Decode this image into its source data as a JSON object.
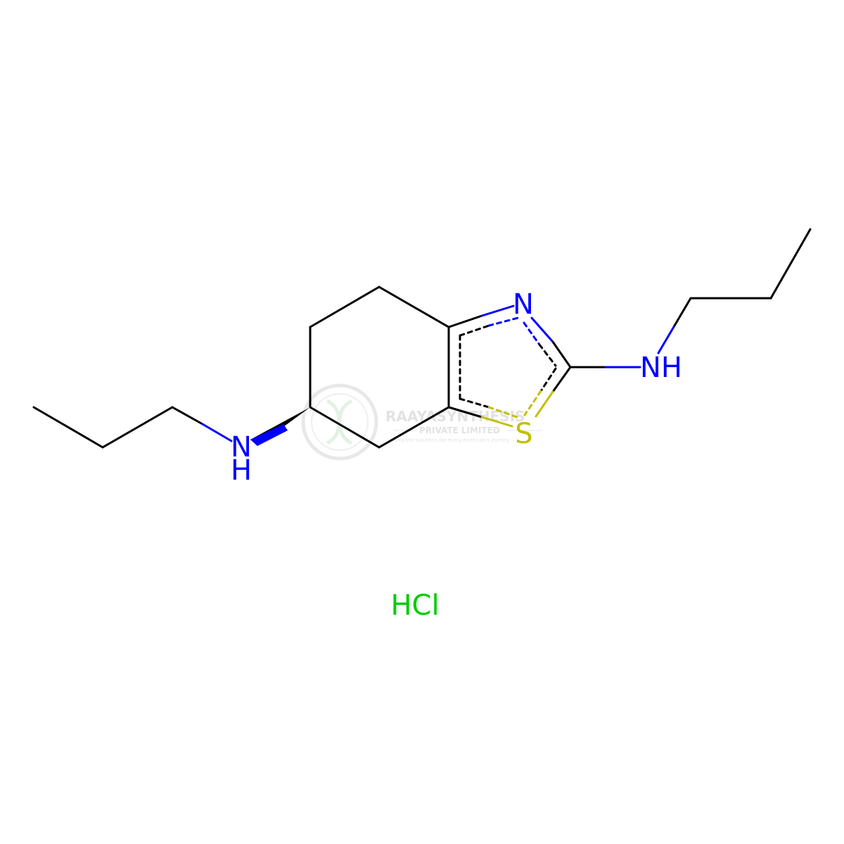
{
  "colors": {
    "bond": "#000000",
    "nitrogen": "#0000ff",
    "sulfur": "#c0c000",
    "chlorine": "#00cc00",
    "watermark": "#c8c8c8",
    "background": "#ffffff"
  },
  "atoms": {
    "n_ring": "N",
    "s_ring": "S",
    "nh_right": "NH",
    "nh_left_n": "N",
    "nh_left_h": "H"
  },
  "salt": "HCl",
  "watermark": {
    "line1": "RAAYASYNTHESIS",
    "line2": "PRIVATE LIMITED",
    "line3": "complete solutions for every molecule's journey"
  }
}
